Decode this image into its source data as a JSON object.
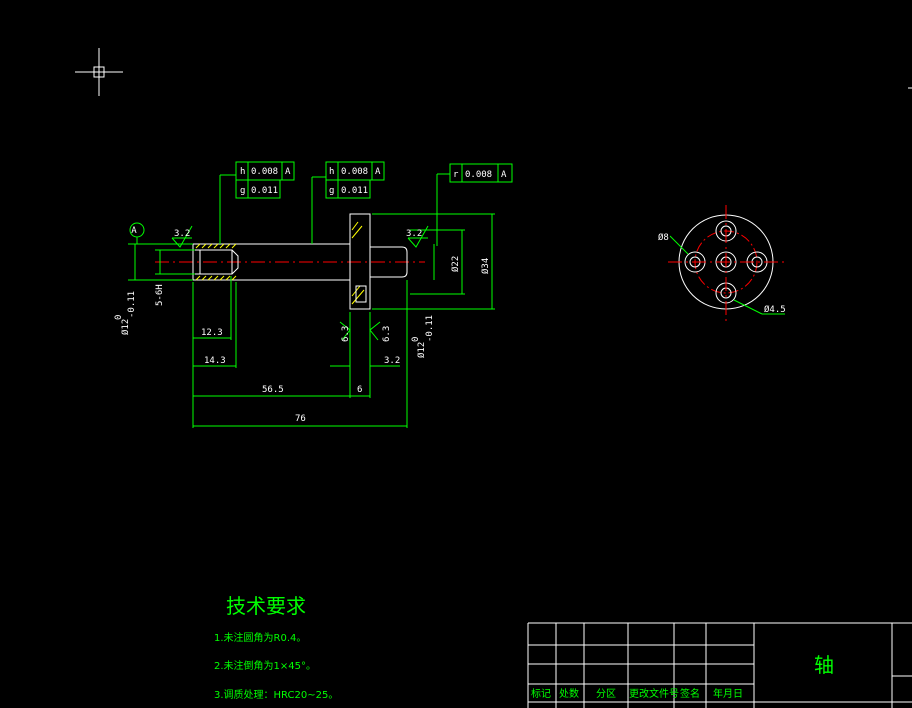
{
  "dims": {
    "d_12_3": "12.3",
    "d_14_3": "14.3",
    "d_56_5": "56.5",
    "d_6": "6",
    "d_3_2_bottom": "3.2",
    "d_76": "76",
    "d_22": "Ø22",
    "d_34": "Ø34",
    "d_5_6H": "5-6H",
    "d_12_left": "Ø12",
    "d_12_left_tol": "0",
    "d_12_left_tol2": "-0.11",
    "d_12_right": "Ø12",
    "d_12_right_tol": "0",
    "d_12_right_tol2": "-0.11",
    "rough_left": "3.2",
    "rough_right": "3.2",
    "rough_63a": "6.3",
    "rough_63b": "6.3",
    "datum": "A"
  },
  "tolerances": {
    "frame1": {
      "row1_sym": "h",
      "row1_val": "0.008",
      "row1_ref": "A",
      "row2_sym": "g",
      "row2_val": "0.011"
    },
    "frame2": {
      "row1_sym": "h",
      "row1_val": "0.008",
      "row1_ref": "A",
      "row2_sym": "g",
      "row2_val": "0.011"
    },
    "frame3": {
      "sym": "r",
      "val": "0.008",
      "ref": "A"
    }
  },
  "side_view": {
    "label_left": "Ø8",
    "label_right": "Ø4.5"
  },
  "tech_req": {
    "title": "技术要求",
    "item1": "1.未注圆角为R0.4。",
    "item2": "2.未注倒角为1×45°。",
    "item3": "3.调质处理：HRC20~25。"
  },
  "title_block": {
    "part_name": "轴",
    "h_mark": "标记",
    "h_count": "处数",
    "h_zone": "分区",
    "h_doc": "更改文件号",
    "h_sign": "签名",
    "h_date": "年月日"
  },
  "colors": {
    "background": "#000000",
    "outline": "#ffffff",
    "dimension": "#00ff00",
    "center": "#ff0000",
    "hatch": "#ffff00"
  }
}
